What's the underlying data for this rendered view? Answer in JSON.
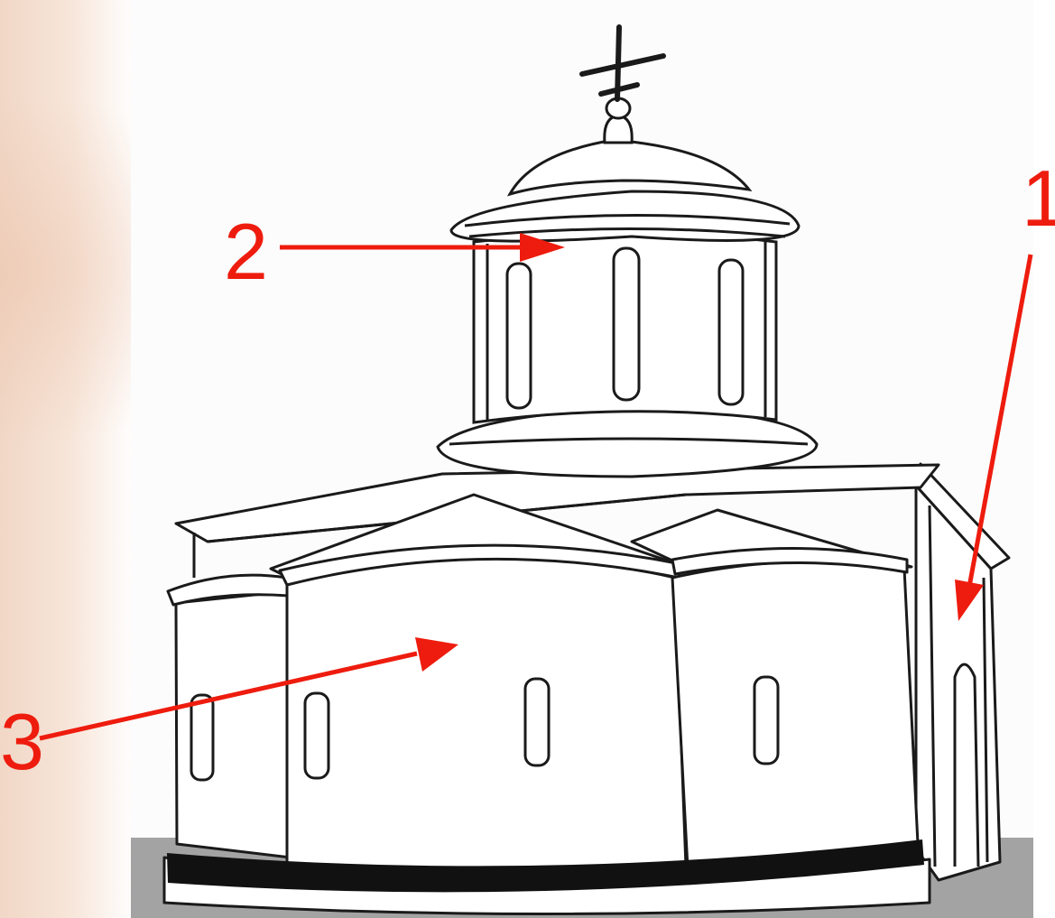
{
  "labels": {
    "one": "1",
    "two": "2",
    "three": "3"
  },
  "colors": {
    "arrow": "#ee1c0e",
    "ink": "#1a1a1a",
    "ground": "#a3a3a3",
    "plinth": "#111111"
  }
}
